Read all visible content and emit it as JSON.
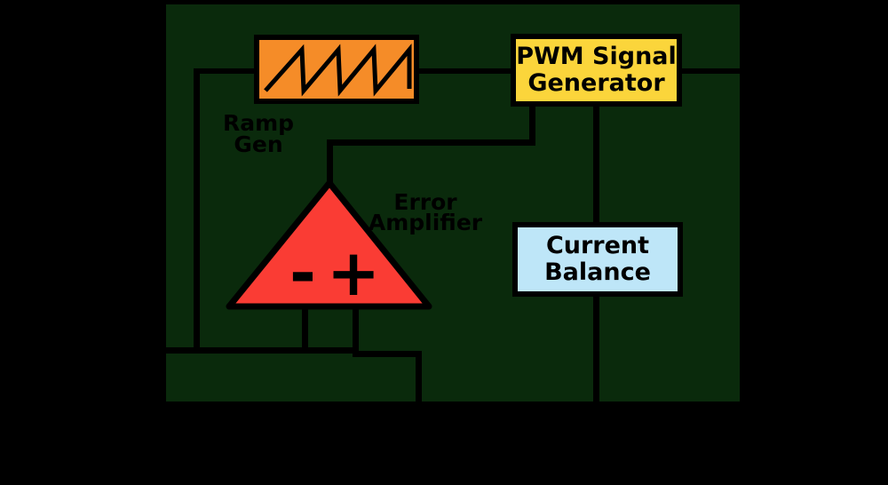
{
  "colors": {
    "background": "#000000",
    "panel_green": "#0a2a0c",
    "line_black": "#000000",
    "ramp_box_orange": "#f58c28",
    "pwm_box_yellow": "#fbd53b",
    "error_amp_red": "#fa3c34",
    "current_balance_blue": "#bee6f8"
  },
  "blocks": {
    "ramp_gen": {
      "label_line1": "Ramp",
      "label_line2": "Gen"
    },
    "pwm_signal_generator": {
      "label_line1": "PWM Signal",
      "label_line2": "Generator"
    },
    "error_amplifier": {
      "label_line1": "Error",
      "label_line2": "Amplifier",
      "inverting_input": "-",
      "noninverting_input": "+"
    },
    "current_balance": {
      "label_line1": "Current",
      "label_line2": "Balance"
    }
  }
}
